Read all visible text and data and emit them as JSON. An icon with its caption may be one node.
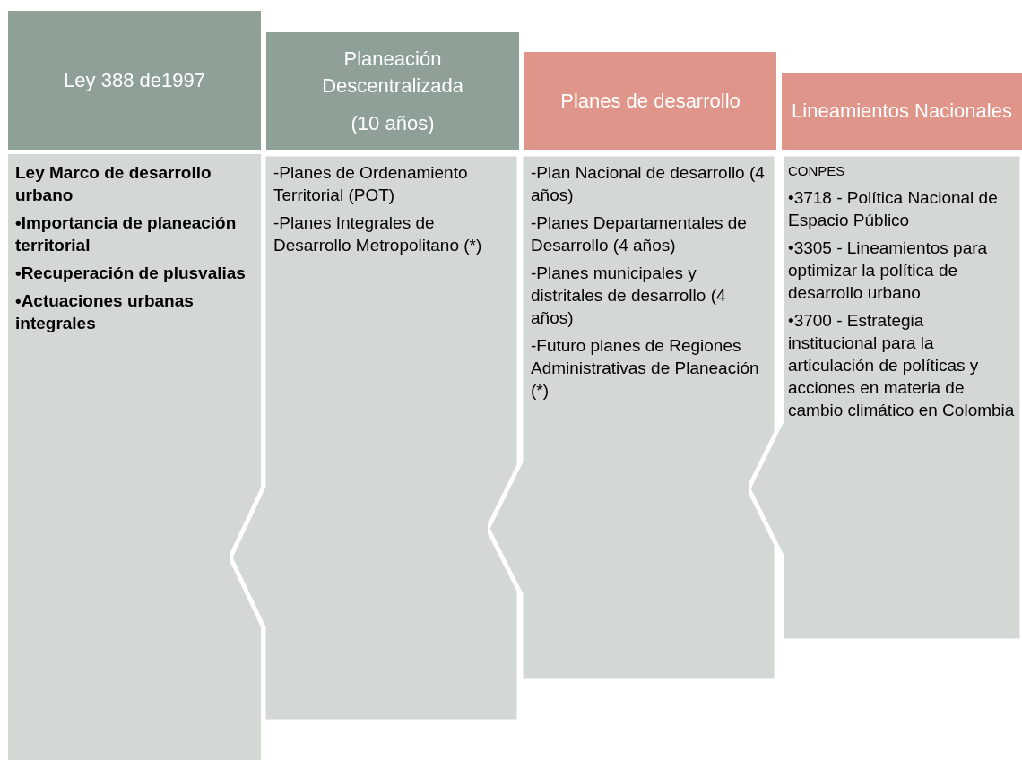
{
  "diagram": {
    "nodes": [
      {
        "text": [
          "Ley 388 de1997"
        ]
      },
      {
        "text": [
          "Ley Marco de desarrollo urbano",
          "•Importancia de planeación territorial",
          "•Recuperación de plusvalias",
          "•Actuaciones urbanas integrales"
        ]
      },
      {
        "text": [
          "Planeación Descentralizada",
          "(10 años)"
        ]
      },
      {
        "text": [
          "-Planes de Ordenamiento Territorial (POT)",
          "-Planes Integrales de Desarrollo Metropolitano (*)"
        ]
      },
      {
        "text": [
          "Planes de  desarrollo"
        ]
      },
      {
        "text": [
          "-Plan Nacional de desarrollo (4 años)",
          "-Planes Departamentales de Desarrollo (4 años)",
          "-Planes municipales y distritales de desarrollo (4 años)",
          "-Futuro planes de Regiones Administrativas de Planeación  (*)"
        ]
      },
      {
        "text": [
          "Lineamientos Nacionales"
        ]
      },
      {
        "text": [
          "CONPES",
          "•3718 - Política Nacional de Espacio Público",
          "•3305 - Lineamientos para optimizar la política de desarrollo urbano",
          "•3700 - Estrategia institucional para la articulación de políticas y acciones en materia de cambio climático en Colombia"
        ]
      }
    ]
  }
}
